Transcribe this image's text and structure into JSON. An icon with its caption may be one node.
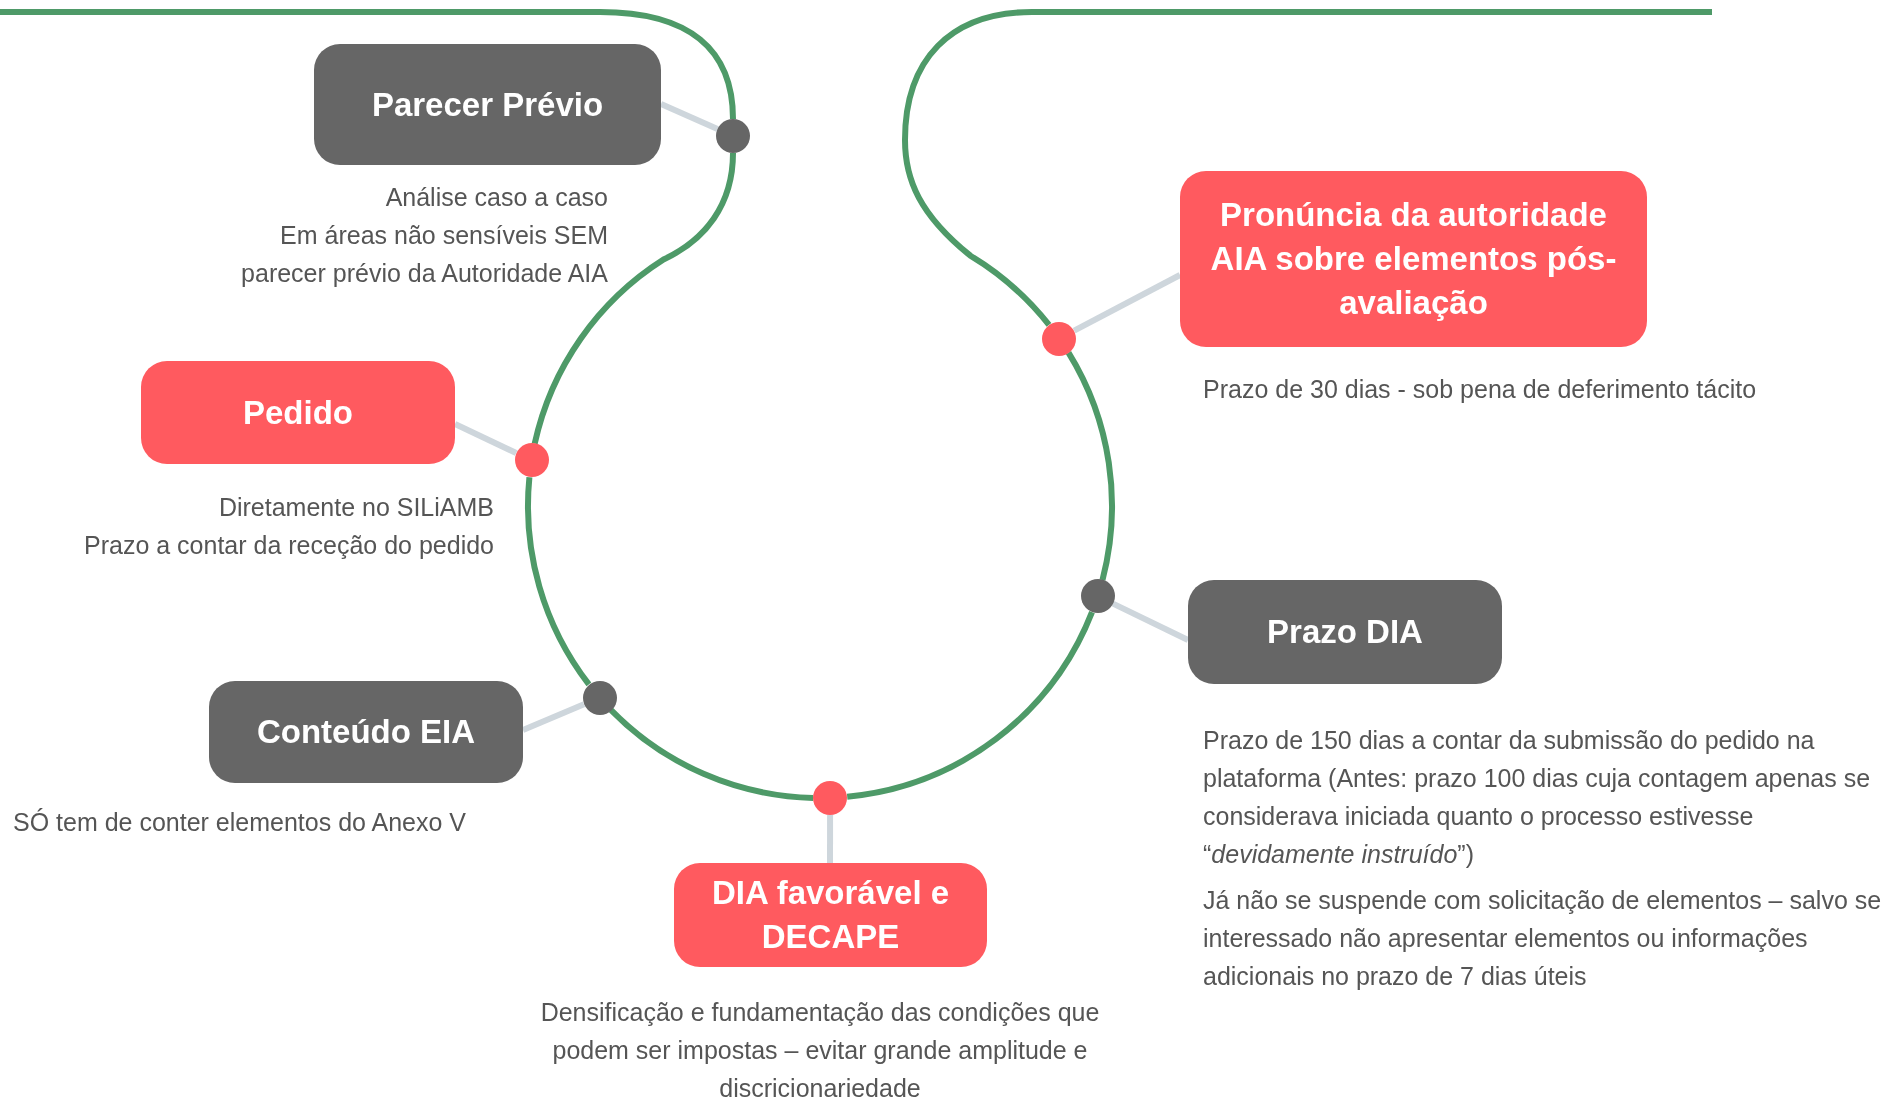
{
  "diagram": {
    "nodes": [
      {
        "text": [
          "Parecer Prévio"
        ],
        "beside": [
          "Análise caso a caso",
          "Em áreas não sensíveis SEM",
          "parecer prévio da Autoridade AIA"
        ]
      },
      {
        "text": [],
        "shape": "circle"
      },
      {
        "text": [
          "Pronúncia da autoridade AIA sobre elementos pós-avaliação"
        ],
        "beside": [
          "Prazo de 30 dias - sob pena de deferimento tácito"
        ]
      },
      {
        "text": [],
        "shape": "circle"
      },
      {
        "text": [
          "Pedido"
        ],
        "beside": [
          "Diretamente no SILiAMB",
          "Prazo a contar da receção do pedido"
        ]
      },
      {
        "text": [],
        "shape": "circle"
      },
      {
        "text": [
          "Prazo DIA"
        ],
        "beside": [
          "Prazo de 150 dias a contar da submissão do pedido na plataforma  (Antes: prazo 100 dias cuja contagem apenas se considerava iniciada quanto o processo estivesse “*devidamente instruído*”)",
          "Já não se suspende com solicitação de elementos – salvo se interessado não apresentar elementos ou informações adicionais no prazo de 7 dias úteis"
        ]
      },
      {
        "text": [],
        "shape": "circle"
      },
      {
        "text": [
          "Conteúdo EIA"
        ],
        "beside": [
          "SÓ tem de conter elementos do Anexo V"
        ]
      },
      {
        "text": [],
        "shape": "circle"
      },
      {
        "text": [
          "DIA favorável e DECAPE"
        ],
        "beside": [
          "Densificação e fundamentação das condições que podem ser impostas – evitar grande amplitude e discricionariedade"
        ]
      },
      {
        "text": [],
        "shape": "circle"
      }
    ],
    "edges": [
      {
        "from": null,
        "to": 1,
        "arrow": "none"
      },
      {
        "from": 1,
        "to": 5,
        "arrow": "none"
      },
      {
        "from": 5,
        "to": 9,
        "arrow": "none"
      },
      {
        "from": 9,
        "to": 11,
        "arrow": "none"
      },
      {
        "from": 11,
        "to": 7,
        "arrow": "none"
      },
      {
        "from": 7,
        "to": 3,
        "arrow": "none"
      },
      {
        "from": 3,
        "to": null,
        "arrow": "none"
      },
      {
        "from": 0,
        "to": 1,
        "arrow": "none",
        "color": "#ced6dc"
      },
      {
        "from": 2,
        "to": 3,
        "arrow": "none",
        "color": "#ced6dc"
      },
      {
        "from": 4,
        "to": 5,
        "arrow": "none",
        "color": "#ced6dc"
      },
      {
        "from": 6,
        "to": 7,
        "arrow": "none",
        "color": "#ced6dc"
      },
      {
        "from": 8,
        "to": 9,
        "arrow": "none",
        "color": "#ced6dc"
      },
      {
        "from": 10,
        "to": 11,
        "arrow": "none",
        "color": "#ced6dc"
      }
    ]
  }
}
